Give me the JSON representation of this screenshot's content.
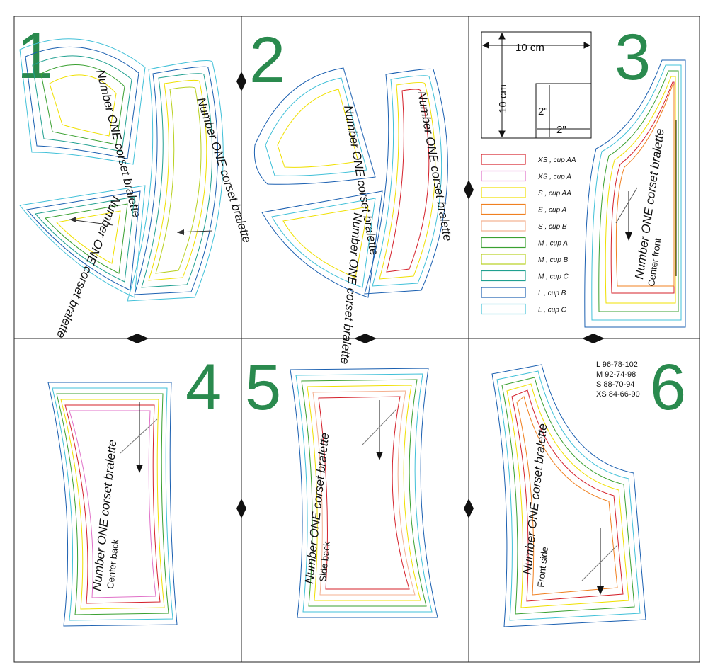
{
  "panels": [
    {
      "number": "1"
    },
    {
      "number": "2"
    },
    {
      "number": "3"
    },
    {
      "number": "4"
    },
    {
      "number": "5"
    },
    {
      "number": "6"
    }
  ],
  "pattern": {
    "title": "Number ONE corset bralette",
    "center_front": "Center front",
    "center_back": "Center back",
    "side_back": "Side back",
    "front_side": "Front side"
  },
  "scale": {
    "cm_h": "10 cm",
    "cm_v": "10 cm",
    "in_h": "2\"",
    "in_v": "2\""
  },
  "legend": [
    {
      "label": "XS , cup AA",
      "color": "#d4202a"
    },
    {
      "label": "XS , cup A",
      "color": "#e070c8"
    },
    {
      "label": "S , cup AA",
      "color": "#f0e000"
    },
    {
      "label": "S , cup A",
      "color": "#f08020"
    },
    {
      "label": "S , cup B",
      "color": "#f4b090"
    },
    {
      "label": "M , cup A",
      "color": "#3aa030"
    },
    {
      "label": "M , cup B",
      "color": "#b8d020"
    },
    {
      "label": "M , cup C",
      "color": "#20a090"
    },
    {
      "label": "L , cup B",
      "color": "#1a5fb0"
    },
    {
      "label": "L , cup C",
      "color": "#40c0d8"
    }
  ],
  "sizes": [
    "L 96-78-102",
    "M 92-74-98",
    "S 88-70-94",
    "XS 84-66-90"
  ]
}
